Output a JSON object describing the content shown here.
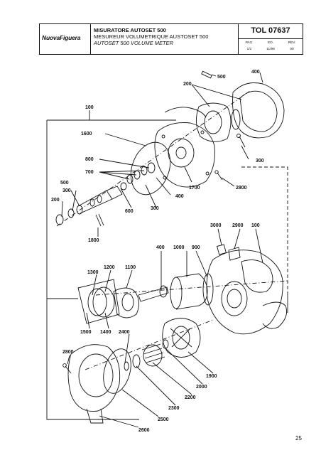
{
  "header": {
    "logo_text": "NuovaFiguera",
    "title_it": "MISURATORE AUTOSET 500",
    "title_fr": "MESUREUR VOLUMETRIQUE AUSTOSET 500",
    "title_en": "AUTOSET 500 VOLUME METER",
    "code": "TOL 07637",
    "meta_headers": [
      "PAG.",
      "ED.",
      "REV."
    ],
    "meta_values": [
      "1/1",
      "11/99",
      "00"
    ]
  },
  "page_number": "25",
  "diagram": {
    "part_labels": {
      "p500a": "500",
      "p400a": "400",
      "p200a": "200",
      "p100a": "100",
      "p1600": "1600",
      "p300a": "300",
      "p800": "800",
      "p700": "700",
      "p1700": "1700",
      "p2800a": "2800",
      "p500b": "500",
      "p400b": "400",
      "p300b": "300",
      "p200b": "200",
      "p600": "600",
      "p300c": "300",
      "p1800": "1800",
      "p3000": "3000",
      "p2900": "2900",
      "p100b": "100",
      "p400c": "400",
      "p1000": "1000",
      "p900": "900",
      "p1300": "1300",
      "p1200": "1200",
      "p1100": "1100",
      "p1500": "1500",
      "p1400": "1400",
      "p2400": "2400",
      "p2800b": "2800",
      "p1900": "1900",
      "p2000": "2000",
      "p2200": "2200",
      "p2300": "2300",
      "p2500": "2500",
      "p2600": "2600"
    }
  }
}
